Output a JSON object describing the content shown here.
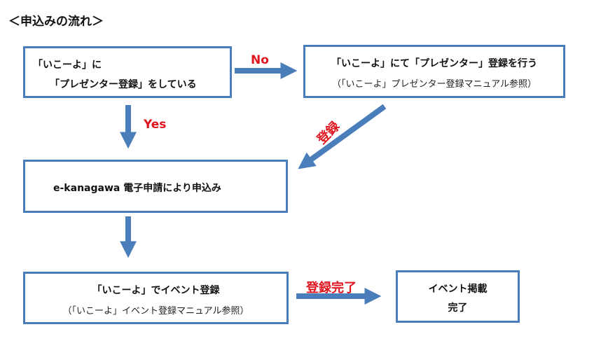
{
  "title": "＜申込みの流れ＞",
  "boxes": {
    "start": {
      "line1": "「いこーよ」に",
      "line2": "「プレゼンター登録」をしている"
    },
    "register": {
      "line1": "「いこーよ」にて「プレゼンター」登録を行う",
      "line2": "（「いこーよ」プレゼンター登録マニュアル参照）"
    },
    "apply": {
      "line1": "e-kanagawa 電子申請により申込み"
    },
    "event": {
      "line1": "「いこーよ」でイベント登録",
      "line2": "（「いこーよ」イベント登録マニュアル参照）"
    },
    "done": {
      "line1": "イベント掲載",
      "line2": "完了"
    }
  },
  "labels": {
    "no": "No",
    "yes": "Yes",
    "registered": "登録",
    "registration_complete": "登録完了"
  },
  "colors": {
    "box_border": "#4a7ebb",
    "arrow": "#4a7ebb",
    "label": "#e0141e"
  }
}
